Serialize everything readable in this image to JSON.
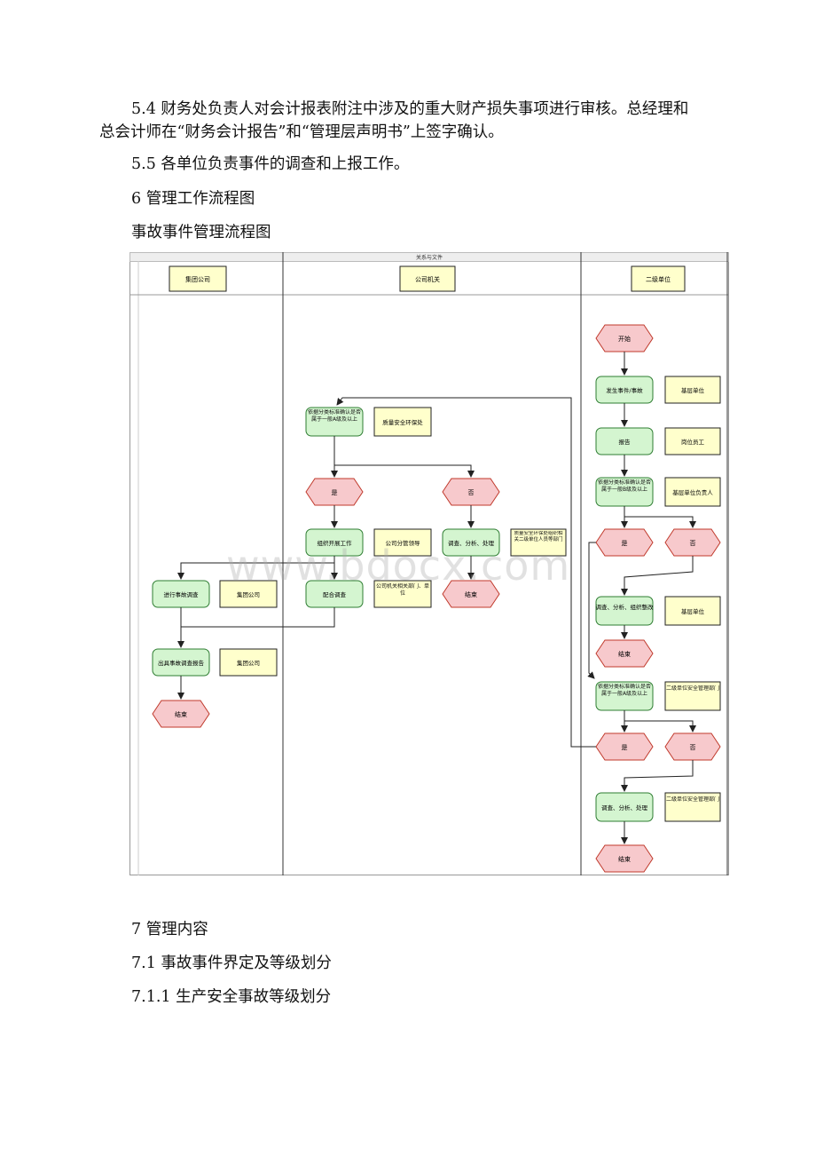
{
  "paragraphs": {
    "p54_line1": "5.4 财务处负责人对会计报表附注中涉及的重大财产损失事项进行审核。总经理和",
    "p54_line2": "总会计师在“财务会计报告”和“管理层声明书”上签字确认。",
    "p55": "5.5 各单位负责事件的调查和上报工作。",
    "h6": "6 管理工作流程图",
    "flowchart_title": "事故事件管理流程图"
  },
  "flowchart": {
    "header_label": "关系与文件",
    "lanes": [
      "集团公司",
      "公司机关",
      "二级单位"
    ],
    "nodes": {
      "start": "开始",
      "occur": "发生事件/事故",
      "occur_role": "基层单位",
      "report": "报告",
      "report_role": "岗位员工",
      "judge_level": "依据分类标准确认是否属于一般B级及以上",
      "judge_level_role": "基层单位负责人",
      "yes_a": "是",
      "no_a": "否",
      "investigate_a": "调查、分析、组织整改",
      "investigate_a_role": "基层单位",
      "end_a": "结束",
      "judge_level2": "依据分类标准确认是否属于一般A级及以上",
      "judge_level2_role": "二级单位安全管理部门",
      "yes_b": "是",
      "no_b": "否",
      "investigate_b": "调查、分析、处理",
      "investigate_b_role": "二级单位安全管理部门",
      "end_b": "结束",
      "company_judge": "依据分类标准确认是否属于一般A级及以上",
      "company_judge_role": "质量安全环保处",
      "yes_c": "是",
      "no_c": "否",
      "organize": "组织开展工作",
      "organize_role": "公司分管领导",
      "handle": "调查、分析、处理",
      "handle_role": "质量安全环保处组织相关二级单位人员等部门",
      "end_c": "结束",
      "cooperate": "配合调查",
      "cooperate_role": "公司机关相关部门、单位",
      "group_investigate": "进行事故调查",
      "group_investigate_role": "集团公司",
      "group_report": "出具事故调查报告",
      "group_report_role": "集团公司",
      "end_d": "结束"
    }
  },
  "headings": {
    "h7": "7 管理内容",
    "h71": "7.1 事故事件界定及等级划分",
    "h711": "7.1.1 生产安全事故等级划分"
  },
  "watermark": "www.bdocx.com",
  "colors": {
    "process_fill": "#d4f5d0",
    "process_stroke": "#2e7d32",
    "role_fill": "#ffffcc",
    "event_fill": "#f7c9cc",
    "event_stroke": "#c0392b"
  }
}
